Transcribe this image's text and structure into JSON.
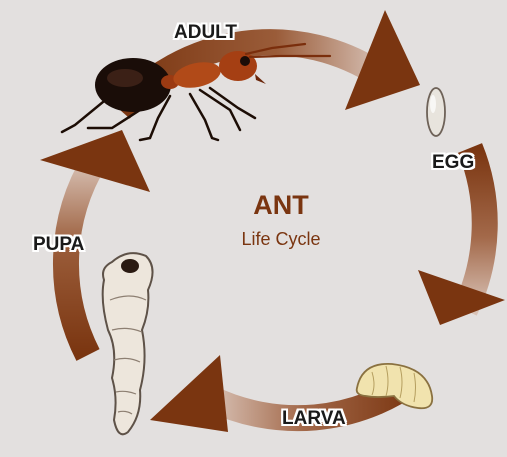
{
  "title": "ANT",
  "subtitle": "Life Cycle",
  "stages": [
    {
      "key": "adult",
      "label": "ADULT"
    },
    {
      "key": "egg",
      "label": "EGG"
    },
    {
      "key": "larva",
      "label": "LARVA"
    },
    {
      "key": "pupa",
      "label": "PUPA"
    }
  ],
  "colors": {
    "background": "#e3e0df",
    "arrow": "#7a3510",
    "arrow_fade": "#d9c3b7",
    "text_dark": "#1a1a1a"
  },
  "icons": [
    "adult-ant-icon",
    "egg-icon",
    "larva-icon",
    "pupa-icon"
  ]
}
